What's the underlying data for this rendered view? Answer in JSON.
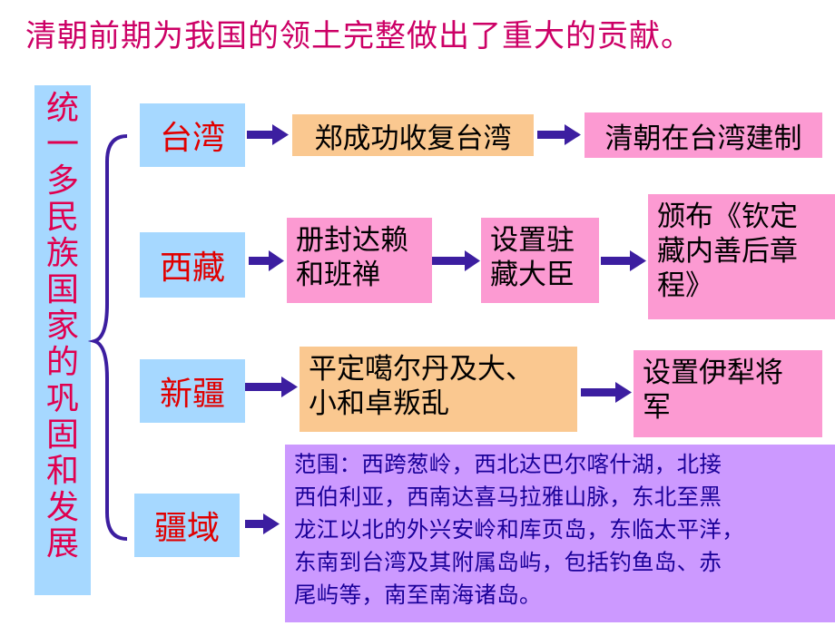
{
  "title": "清朝前期为我国的领土完整做出了重大的贡献。",
  "root": [
    "统",
    "一",
    "多",
    "民",
    "族",
    "国",
    "家",
    "的",
    "巩",
    "固",
    "和",
    "发",
    "展"
  ],
  "rows": {
    "taiwan": {
      "label": "台湾",
      "step1": "郑成功收复台湾",
      "step2": "清朝在台湾建制"
    },
    "xizang": {
      "label": "西藏",
      "step1": [
        "册封达赖",
        "和班禅"
      ],
      "step2": [
        "设置驻",
        "藏大臣"
      ],
      "step3": [
        "颁布《钦定",
        "藏内善后章",
        "程》"
      ]
    },
    "xinjiang": {
      "label": "新疆",
      "step1": [
        "平定噶尔丹及大、",
        "小和卓叛乱"
      ],
      "step2": [
        "设置伊犁将",
        "军"
      ]
    },
    "jiangyu": {
      "label": "疆域",
      "text": [
        "范围：西跨葱岭，西北达巴尔喀什湖，北接",
        "西伯利亚，西南达喜马拉雅山脉，东北至黑",
        "龙江以北的外兴安岭和库页岛，东临太平洋，",
        "东南到台湾及其附属岛屿，包括钓鱼岛、赤",
        "尾屿等，南至南海诸岛。"
      ]
    }
  },
  "colors": {
    "title": "#cc0066",
    "blue_box": "#a6d8ff",
    "orange_box": "#fac890",
    "pink_box": "#fc9ad2",
    "purple_box": "#cc99ff",
    "arrow": "#3c1ea0",
    "region_text": "#e00000",
    "purple_text": "#1a0099"
  }
}
